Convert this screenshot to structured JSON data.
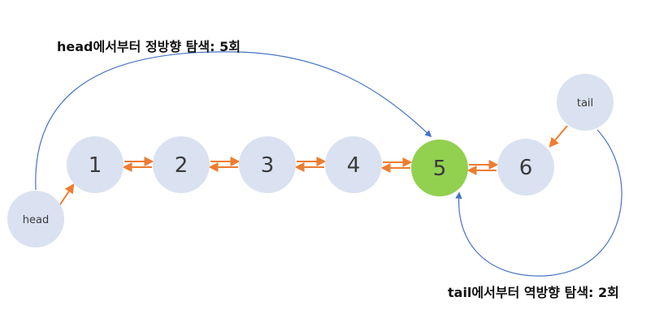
{
  "captions": {
    "forward": "head에서부터 정방향 탐색: 5회",
    "backward": "tail에서부터 역방향 탐색: 2회"
  },
  "pointers": {
    "head": "head",
    "tail": "tail"
  },
  "nodes": [
    {
      "label": "1",
      "highlighted": false
    },
    {
      "label": "2",
      "highlighted": false
    },
    {
      "label": "3",
      "highlighted": false
    },
    {
      "label": "4",
      "highlighted": false
    },
    {
      "label": "5",
      "highlighted": true
    },
    {
      "label": "6",
      "highlighted": false
    }
  ],
  "colors": {
    "node_fill": "#dae2f1",
    "highlight_fill": "#92d050",
    "link_arrow": "#ed7d31",
    "search_curve": "#4472c4",
    "text": "#3a3a3a"
  }
}
